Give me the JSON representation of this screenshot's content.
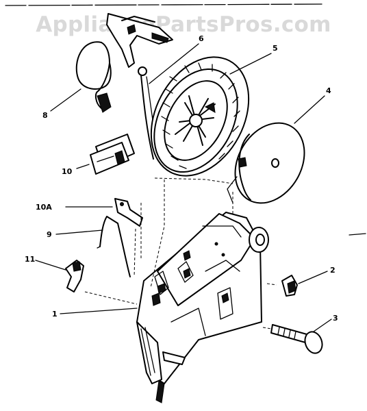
{
  "watermark": "AppliancePartsPros.com",
  "callouts": [
    "8",
    "6",
    "5",
    "4",
    "10",
    "10A",
    "9",
    "11",
    "1",
    "2",
    "3"
  ]
}
